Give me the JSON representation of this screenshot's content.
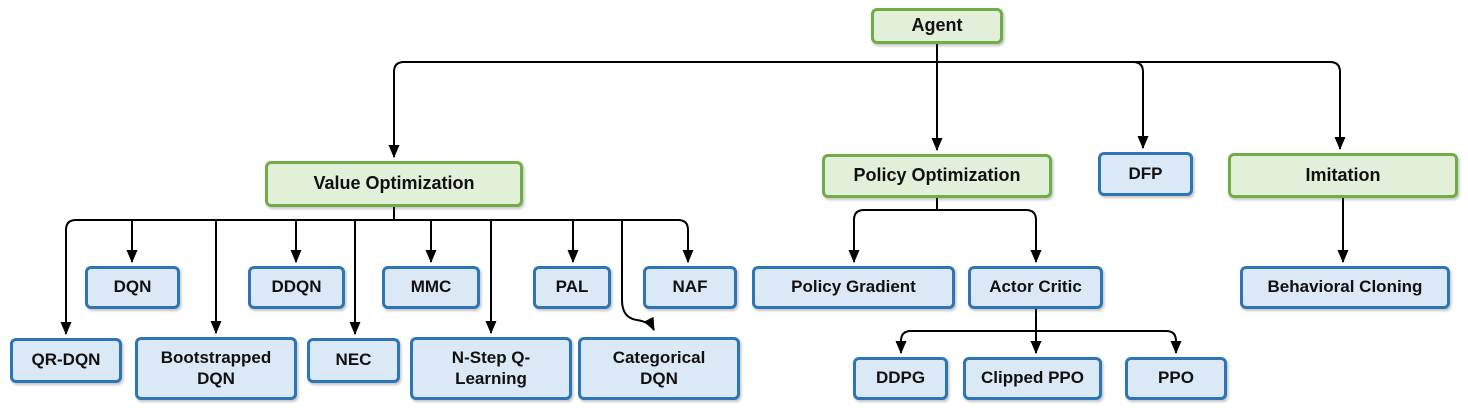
{
  "diagram": {
    "type": "tree",
    "palette": {
      "category_fill": "#e2efd9",
      "category_border": "#70ad47",
      "algorithm_fill": "#dbe9f6",
      "algorithm_border": "#2e75b6",
      "connector_color": "#000000",
      "text_color": "#111111"
    },
    "nodes": {
      "agent": {
        "label": "Agent",
        "kind": "category"
      },
      "value_optimization": {
        "label": "Value Optimization",
        "kind": "category"
      },
      "policy_optimization": {
        "label": "Policy Optimization",
        "kind": "category"
      },
      "dfp": {
        "label": "DFP",
        "kind": "algorithm"
      },
      "imitation": {
        "label": "Imitation",
        "kind": "category"
      },
      "dqn": {
        "label": "DQN",
        "kind": "algorithm"
      },
      "ddqn": {
        "label": "DDQN",
        "kind": "algorithm"
      },
      "mmc": {
        "label": "MMC",
        "kind": "algorithm"
      },
      "pal": {
        "label": "PAL",
        "kind": "algorithm"
      },
      "naf": {
        "label": "NAF",
        "kind": "algorithm"
      },
      "qr_dqn": {
        "label": "QR-DQN",
        "kind": "algorithm"
      },
      "bootstrapped_dqn": {
        "label": "Bootstrapped DQN",
        "kind": "algorithm"
      },
      "nec": {
        "label": "NEC",
        "kind": "algorithm"
      },
      "n_step_q_learning": {
        "label": "N-Step Q-Learning",
        "kind": "algorithm"
      },
      "categorical_dqn": {
        "label": "Categorical DQN",
        "kind": "algorithm"
      },
      "policy_gradient": {
        "label": "Policy Gradient",
        "kind": "algorithm"
      },
      "actor_critic": {
        "label": "Actor Critic",
        "kind": "algorithm"
      },
      "ddpg": {
        "label": "DDPG",
        "kind": "algorithm"
      },
      "clipped_ppo": {
        "label": "Clipped PPO",
        "kind": "algorithm"
      },
      "ppo": {
        "label": "PPO",
        "kind": "algorithm"
      },
      "behavioral_cloning": {
        "label": "Behavioral Cloning",
        "kind": "algorithm"
      }
    },
    "edges": [
      {
        "from": "agent",
        "to": "value_optimization"
      },
      {
        "from": "agent",
        "to": "policy_optimization"
      },
      {
        "from": "agent",
        "to": "dfp"
      },
      {
        "from": "agent",
        "to": "imitation"
      },
      {
        "from": "value_optimization",
        "to": "dqn"
      },
      {
        "from": "value_optimization",
        "to": "ddqn"
      },
      {
        "from": "value_optimization",
        "to": "mmc"
      },
      {
        "from": "value_optimization",
        "to": "pal"
      },
      {
        "from": "value_optimization",
        "to": "naf"
      },
      {
        "from": "value_optimization",
        "to": "qr_dqn"
      },
      {
        "from": "value_optimization",
        "to": "bootstrapped_dqn"
      },
      {
        "from": "value_optimization",
        "to": "nec"
      },
      {
        "from": "value_optimization",
        "to": "n_step_q_learning"
      },
      {
        "from": "value_optimization",
        "to": "categorical_dqn"
      },
      {
        "from": "policy_optimization",
        "to": "policy_gradient"
      },
      {
        "from": "policy_optimization",
        "to": "actor_critic"
      },
      {
        "from": "actor_critic",
        "to": "ddpg"
      },
      {
        "from": "actor_critic",
        "to": "clipped_ppo"
      },
      {
        "from": "actor_critic",
        "to": "ppo"
      },
      {
        "from": "imitation",
        "to": "behavioral_cloning"
      }
    ]
  }
}
